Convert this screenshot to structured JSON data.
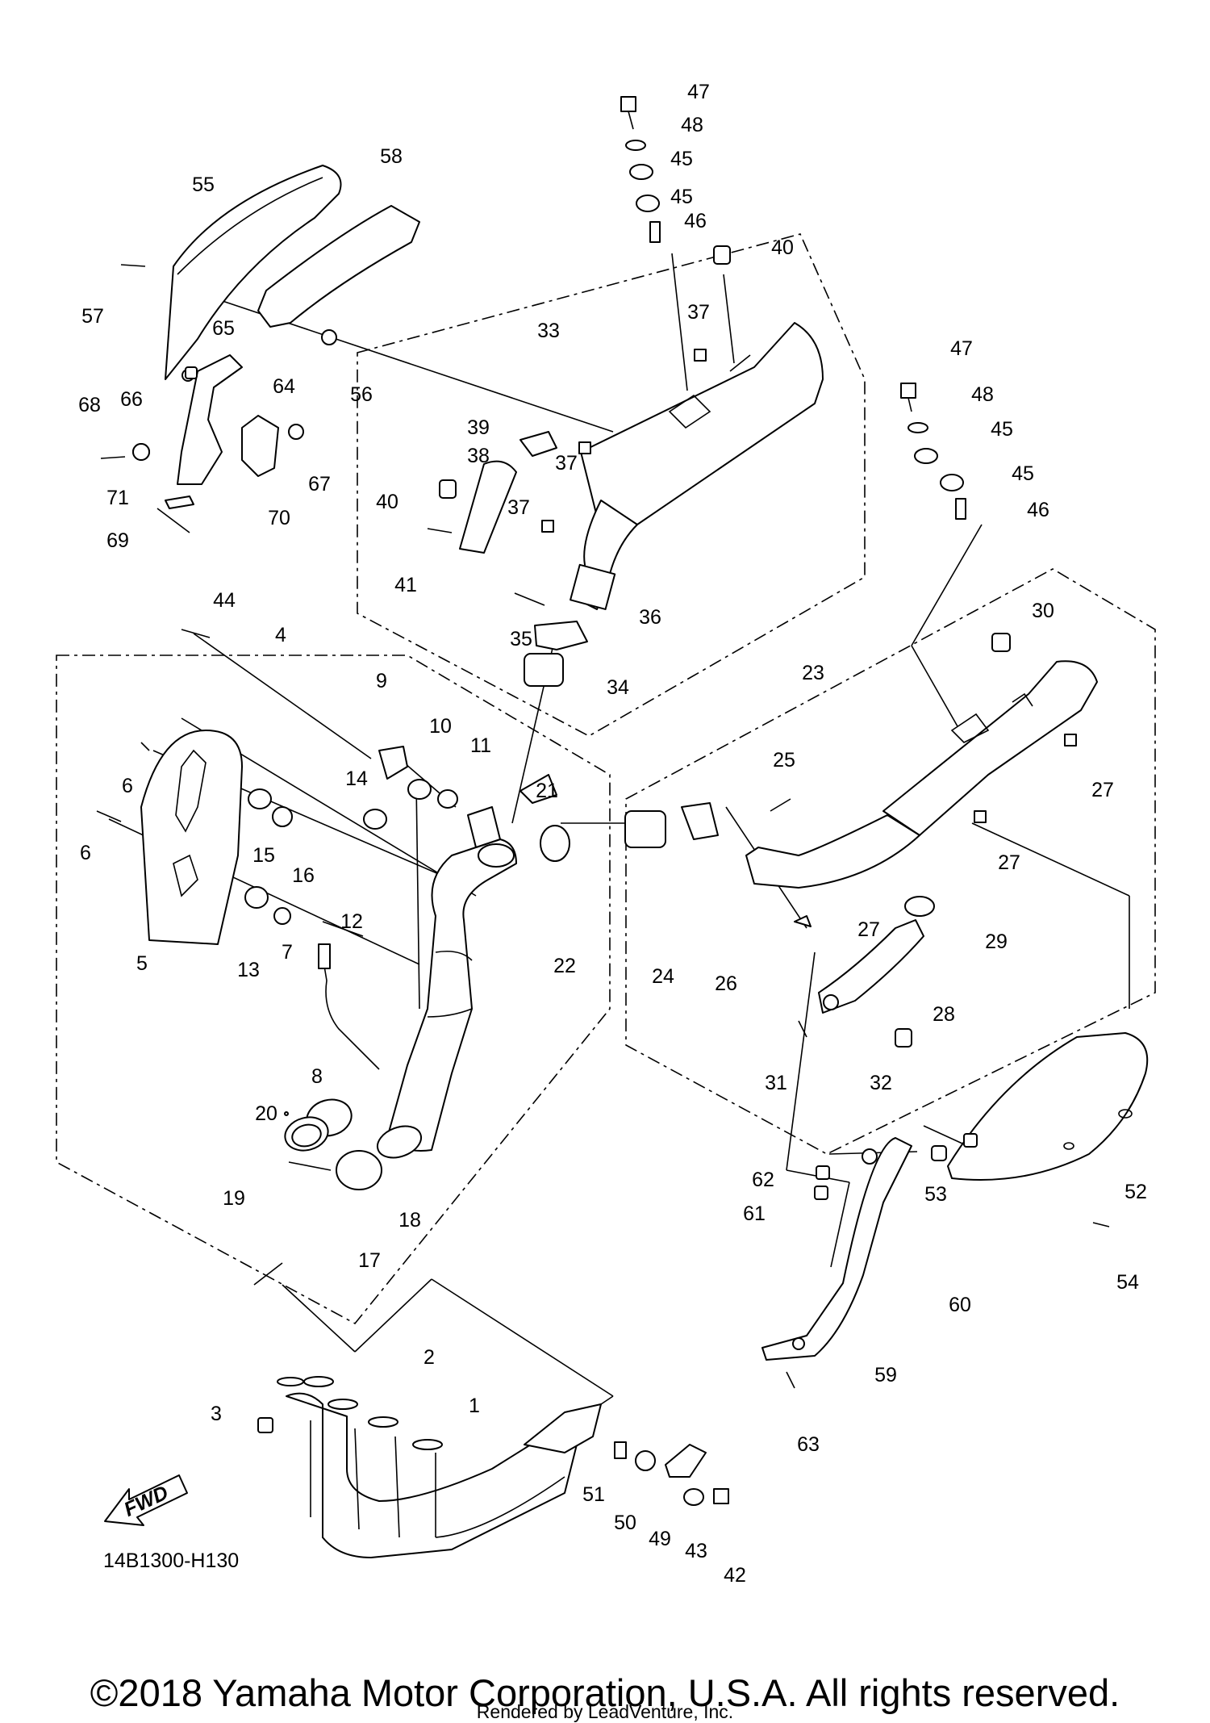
{
  "diagram": {
    "code": "14B1300-H130",
    "fwd_label": "FWD",
    "callouts": [
      "1",
      "2",
      "3",
      "4",
      "5",
      "6",
      "7",
      "8",
      "9",
      "10",
      "11",
      "12",
      "13",
      "14",
      "15",
      "16",
      "17",
      "18",
      "19",
      "20",
      "21",
      "22",
      "23",
      "24",
      "25",
      "26",
      "27",
      "28",
      "29",
      "30",
      "31",
      "32",
      "33",
      "34",
      "35",
      "36",
      "37",
      "38",
      "39",
      "40",
      "41",
      "42",
      "43",
      "44",
      "45",
      "46",
      "47",
      "48",
      "49",
      "50",
      "51",
      "52",
      "53",
      "54",
      "55",
      "56",
      "57",
      "58",
      "59",
      "60",
      "61",
      "62",
      "63",
      "64",
      "65",
      "66",
      "67",
      "68",
      "69",
      "70",
      "71"
    ]
  },
  "footer": {
    "copyright": "©2018 Yamaha Motor Corporation, U.S.A. All rights reserved.",
    "rendered_by": "Rendered by LeadVenture, Inc."
  }
}
